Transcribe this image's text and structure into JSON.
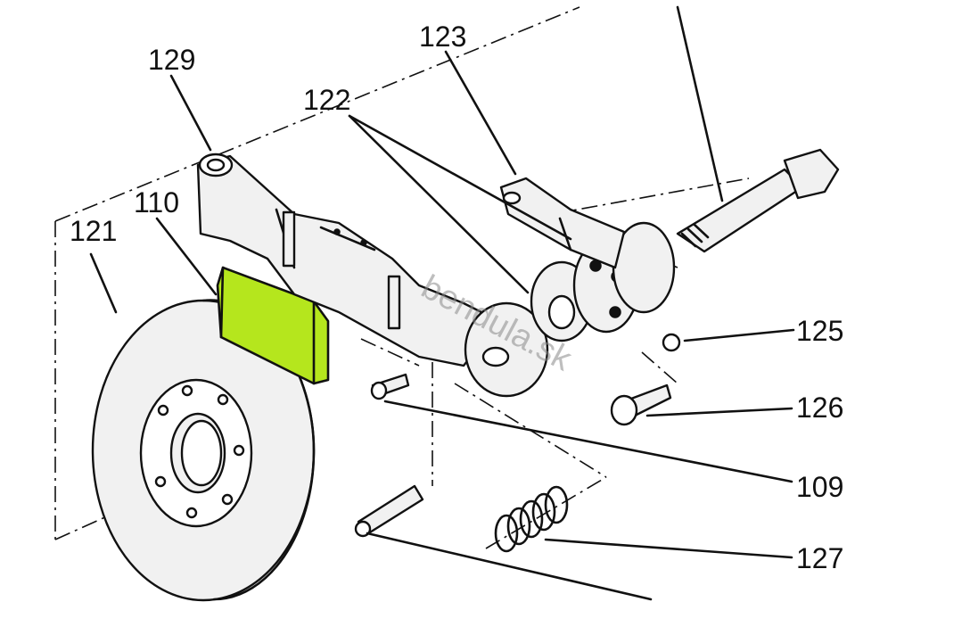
{
  "watermark": "bendula.sk",
  "highlight_color": "#b5e61d",
  "callouts": [
    {
      "id": "129",
      "label": "129"
    },
    {
      "id": "123",
      "label": "123"
    },
    {
      "id": "122",
      "label": "122"
    },
    {
      "id": "110",
      "label": "110"
    },
    {
      "id": "121",
      "label": "121"
    },
    {
      "id": "125",
      "label": "125"
    },
    {
      "id": "126",
      "label": "126"
    },
    {
      "id": "109",
      "label": "109"
    },
    {
      "id": "127",
      "label": "127"
    }
  ]
}
